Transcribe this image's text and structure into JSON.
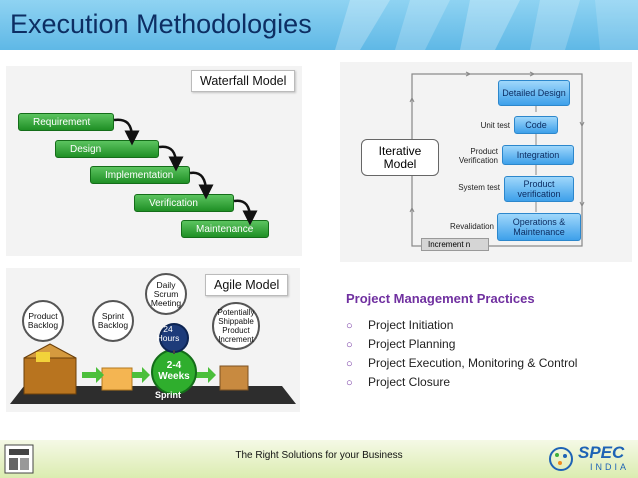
{
  "banner": {
    "title": "Execution Methodologies"
  },
  "waterfall": {
    "title": "Waterfall Model",
    "steps": [
      "Requirement",
      "Design",
      "Implementation",
      "Verification",
      "Maintenance"
    ]
  },
  "iterative": {
    "center_label": "Iterative Model",
    "boxes": [
      "Detailed Design",
      "Code",
      "Integration",
      "Product verification",
      "Operations & Maintenance"
    ],
    "side_labels": [
      "Unit test",
      "Product Verification",
      "System test",
      "Revalidation"
    ],
    "increment_label": "Increment n"
  },
  "agile": {
    "title": "Agile Model",
    "product_backlog": "Product Backlog",
    "sprint_backlog": "Sprint Backlog",
    "daily_scrum": "Daily Scrum Meeting",
    "hours": "24 Hours",
    "weeks": "2-4 Weeks",
    "increment": "Potentially Shippable Product Increment",
    "sprint": "Sprint"
  },
  "pm": {
    "title": "Project Management Practices",
    "items": [
      "Project Initiation",
      "Project Planning",
      "Project Execution, Monitoring & Control",
      "Project Closure"
    ]
  },
  "footer": {
    "tagline": "The Right Solutions for your Business",
    "logo_top": "SPEC",
    "logo_bottom": "INDIA"
  },
  "colors": {
    "banner": "#5fb8e6",
    "green_step": "#1f8f25",
    "blue_box": "#3ea0ea",
    "purple": "#7030a0"
  }
}
